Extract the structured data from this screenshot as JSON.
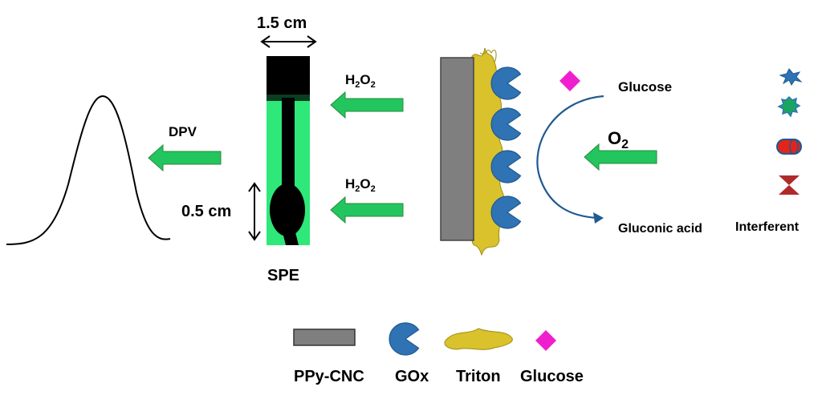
{
  "labels": {
    "width_dim": "1.5 cm",
    "height_dim": "0.5 cm",
    "spe": "SPE",
    "dpv": "DPV",
    "h2o2_base": "H",
    "h2o2_sub1": "2",
    "h2o2_mid": "O",
    "h2o2_sub2": "2",
    "glucose": "Glucose",
    "o2_base": "O",
    "o2_sub": "2",
    "gluconic_acid": "Gluconic acid",
    "interferent": "Interferent"
  },
  "legend": {
    "items": [
      {
        "label": "PPy-CNC",
        "icon": "gray-electrode-rect-icon"
      },
      {
        "label": "GOx",
        "icon": "blue-pacman-enzyme-icon"
      },
      {
        "label": "Triton",
        "icon": "yellow-blob-icon"
      },
      {
        "label": "Glucose",
        "icon": "magenta-diamond-icon"
      }
    ]
  },
  "colors": {
    "arrow_green": "#22c55e",
    "arrow_edge": "#2b8a3e",
    "electrode_gray": "#7f7f7f",
    "gox_blue": "#2f73b4",
    "triton_yellow": "#d9c22b",
    "glucose_magenta": "#ef1fce",
    "spe_green": "#2ee87a",
    "interferent_red": "#e1251b",
    "interferent_dark_red": "#b02a2a"
  }
}
